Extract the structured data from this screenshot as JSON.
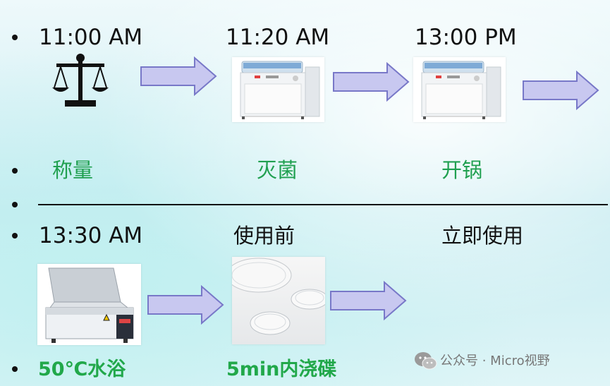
{
  "top_row": {
    "times": [
      "11:00 AM",
      "11:20 AM",
      "13:00 PM"
    ],
    "labels": [
      "称量",
      "灭菌",
      "开锅"
    ]
  },
  "bottom_row": {
    "time": "13:30 AM",
    "before_use": "使用前",
    "use_now": "立即使用",
    "labels": [
      "50℃水浴",
      "5min内浇碟"
    ]
  },
  "icons": [
    "balance-scale-icon",
    "autoclave-image",
    "water-bath-image",
    "petri-dish-image",
    "arrow-icon"
  ],
  "colors": {
    "accent_green": "#20a050",
    "arrow_fill": "#c8c8f0",
    "arrow_stroke": "#7878c8"
  },
  "watermark": {
    "text": "公众号 · Micro视野"
  }
}
